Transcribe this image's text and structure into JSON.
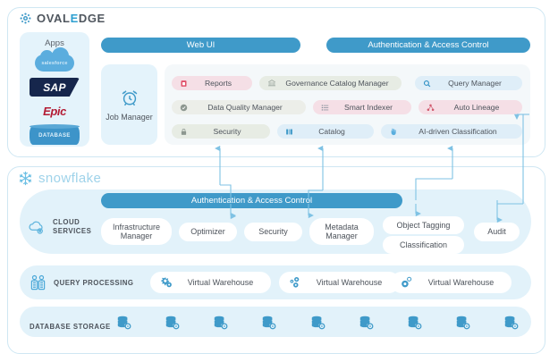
{
  "diagram": {
    "title": "OvalEdge and Snowflake architecture",
    "colors": {
      "panel_border": "#cfe7f3",
      "blue_bar": "#3f9ac9",
      "section_band": "#e2f2fa",
      "apps_band": "#e4f3fb",
      "feature_grid": "#f4f8fa",
      "pink_pill": "#f5dfe6",
      "green_pill": "#e7ece4",
      "blue_pill": "#dfeef8",
      "connector": "#7fc2e4",
      "snowflake_logo": "#9fd3ea",
      "ovaledge_accent": "#2d9fd0"
    }
  },
  "ovaledge": {
    "brand": {
      "icon": "ovaledge-gear-logo",
      "word_left": "OVAL",
      "word_accent": "E",
      "word_right": "DGE"
    },
    "apps": {
      "title": "Apps",
      "items": [
        {
          "name": "salesforce",
          "label": "salesforce"
        },
        {
          "name": "sap",
          "label": "SAP"
        },
        {
          "name": "epic",
          "label": "Epic"
        },
        {
          "name": "database",
          "label": "DATABASE"
        }
      ]
    },
    "bars": {
      "web_ui": "Web UI",
      "auth": "Authentication & Access Control"
    },
    "job_manager": {
      "label": "Job Manager",
      "icon": "alarm-clock-icon"
    },
    "features": [
      {
        "id": "reports",
        "label": "Reports",
        "icon": "report-icon",
        "style": "pink"
      },
      {
        "id": "governance",
        "label": "Governance Catalog Manager",
        "icon": "bank-icon",
        "style": "green"
      },
      {
        "id": "query-manager",
        "label": "Query Manager",
        "icon": "magnifier-icon",
        "style": "bluep"
      },
      {
        "id": "dqm",
        "label": "Data Quality Manager",
        "icon": "check-circle-icon",
        "style": "greyg"
      },
      {
        "id": "smart-indexer",
        "label": "Smart Indexer",
        "icon": "list-icon",
        "style": "pink"
      },
      {
        "id": "auto-lineage",
        "label": "Auto Lineage",
        "icon": "lineage-icon",
        "style": "pink"
      },
      {
        "id": "security",
        "label": "Security",
        "icon": "lock-icon",
        "style": "green"
      },
      {
        "id": "catalog",
        "label": "Catalog",
        "icon": "books-icon",
        "style": "bluep"
      },
      {
        "id": "ai-class",
        "label": "AI-driven Classification",
        "icon": "ai-hand-icon",
        "style": "bluep"
      }
    ]
  },
  "snowflake": {
    "brand": {
      "icon": "snowflake-icon",
      "label": "snowflake"
    },
    "auth_bar": "Authentication & Access Control",
    "sections": {
      "cloud_services": {
        "label_line1": "CLOUD",
        "label_line2": "SERVICES",
        "icon": "cloud-gear-icon"
      },
      "query_processing": {
        "label": "QUERY PROCESSING",
        "icon": "query-processing-icon"
      },
      "database_storage": {
        "label": "DATABASE STORAGE",
        "icon": "database-icon",
        "count": 9
      }
    },
    "cloud_services_items": [
      {
        "id": "infrastructure",
        "label": "Infrastructure Manager"
      },
      {
        "id": "optimizer",
        "label": "Optimizer"
      },
      {
        "id": "security",
        "label": "Security"
      },
      {
        "id": "metadata",
        "label": "Metadata Manager"
      },
      {
        "id": "object-tagging",
        "label": "Object Tagging"
      },
      {
        "id": "classification",
        "label": "Classification"
      },
      {
        "id": "audit",
        "label": "Audit"
      }
    ],
    "virtual_warehouses": [
      {
        "id": "vw-1",
        "label": "Virtual Warehouse",
        "icon": "gears-icon"
      },
      {
        "id": "vw-2",
        "label": "Virtual Warehouse",
        "icon": "gears-icon"
      },
      {
        "id": "vw-3",
        "label": "Virtual Warehouse",
        "icon": "gears-icon"
      }
    ]
  }
}
